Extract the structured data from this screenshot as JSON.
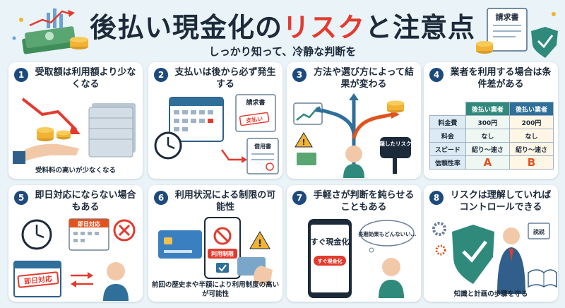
{
  "header": {
    "title_part1": "後払い現金化の",
    "title_part2": "リスク",
    "title_part3": "と注意点",
    "subtitle": "しっかり知って、冷静な判断を",
    "invoice_label": "請求書"
  },
  "cards": [
    {
      "num": "1",
      "title": "受取額は利用額より少なくなる",
      "caption": "受料料の高いが少なくなる"
    },
    {
      "num": "2",
      "title": "支払いは後から必ず発生する",
      "invoice": "請求書",
      "stamp": "支払い",
      "debt": "借用書"
    },
    {
      "num": "3",
      "title": "方法や選び方によって結果が変わる",
      "hidden_risk": "隠したリスク"
    },
    {
      "num": "4",
      "title": "業者を利用する場合は条件差がある"
    },
    {
      "num": "5",
      "title": "即日対応にならない場合もある",
      "tag1": "即日対応",
      "tag2": "即日対応"
    },
    {
      "num": "6",
      "title": "利用状況による制限の可能性",
      "restrict": "利用制限",
      "caption": "前回の歴史まや半額により利用制度の高いが可能性"
    },
    {
      "num": "7",
      "title": "手軽さが判断を鈍らせることもある",
      "phone_text": "すぐ現金化",
      "phone_btn": "すぐ現金化",
      "bubble": "長期効果もどんないい…"
    },
    {
      "num": "8",
      "title": "リスクは理解していればコントロールできる",
      "book": "説説",
      "caption": "知識と計画の歩驟を守る"
    }
  ],
  "compare": {
    "col_a": "後払い業者",
    "col_b": "後払い業者",
    "rows": [
      {
        "label": "料金費",
        "a": "300円",
        "b": "200円"
      },
      {
        "label": "料金",
        "a": "なし",
        "b": "なし"
      },
      {
        "label": "スピード",
        "a": "紹り～速さ",
        "b": "紹り～速さ"
      },
      {
        "label": "信頼性率",
        "a": "A",
        "b": "B"
      }
    ]
  },
  "colors": {
    "navy": "#1d4a7a",
    "red": "#e23b2e",
    "background": "#e9f3f8"
  }
}
